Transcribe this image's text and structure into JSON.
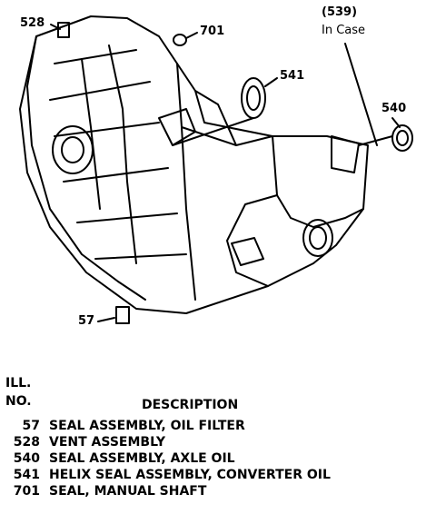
{
  "colors": {
    "ink": "#000000",
    "paper": "#ffffff"
  },
  "callouts": {
    "c528": "528",
    "c701": "701",
    "c539": "(539)",
    "c_in_case": "In Case",
    "c541": "541",
    "c540": "540",
    "c57": "57"
  },
  "legend": {
    "header_ill": "ILL.",
    "header_no": "NO.",
    "header_desc": "DESCRIPTION",
    "rows": [
      {
        "no": "57",
        "desc": "SEAL ASSEMBLY, OIL FILTER"
      },
      {
        "no": "528",
        "desc": "VENT ASSEMBLY"
      },
      {
        "no": "540",
        "desc": "SEAL ASSEMBLY, AXLE OIL"
      },
      {
        "no": "541",
        "desc": "HELIX SEAL ASSEMBLY, CONVERTER OIL"
      },
      {
        "no": "701",
        "desc": "SEAL, MANUAL SHAFT"
      }
    ]
  }
}
